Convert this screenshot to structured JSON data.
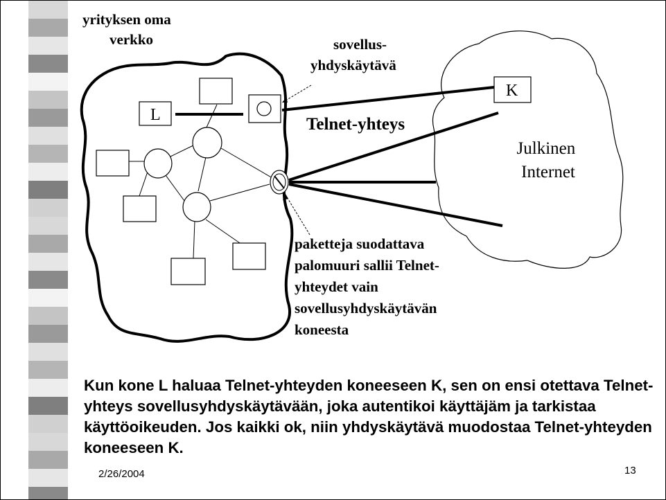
{
  "diagram": {
    "internal_network_label": [
      "yrityksen oma",
      "verkko"
    ],
    "gateway_label": [
      "sovellus-",
      "yhdyskäytävä"
    ],
    "host_l": "L",
    "host_k": "K",
    "connection_label": "Telnet-yhteys",
    "internet_label": [
      "Julkinen",
      "Internet"
    ],
    "firewall_note": [
      "paketteja suodattava",
      "palomuuri sallii Telnet-",
      "yhteydet vain",
      "sovellusyhdyskäytävän",
      "koneesta"
    ]
  },
  "caption": "Kun kone L haluaa Telnet-yhteyden koneeseen K, sen on ensi otettava Telnet-yhteys sovellusyhdyskäytävään, joka autentikoi käyttäjäm  ja tarkistaa käyttöoikeuden. Jos kaikki ok, niin yhdyskäytävä muodostaa  Telnet-yhteyden koneeseen K.",
  "footer": {
    "date": "2/26/2004",
    "page": "13"
  }
}
